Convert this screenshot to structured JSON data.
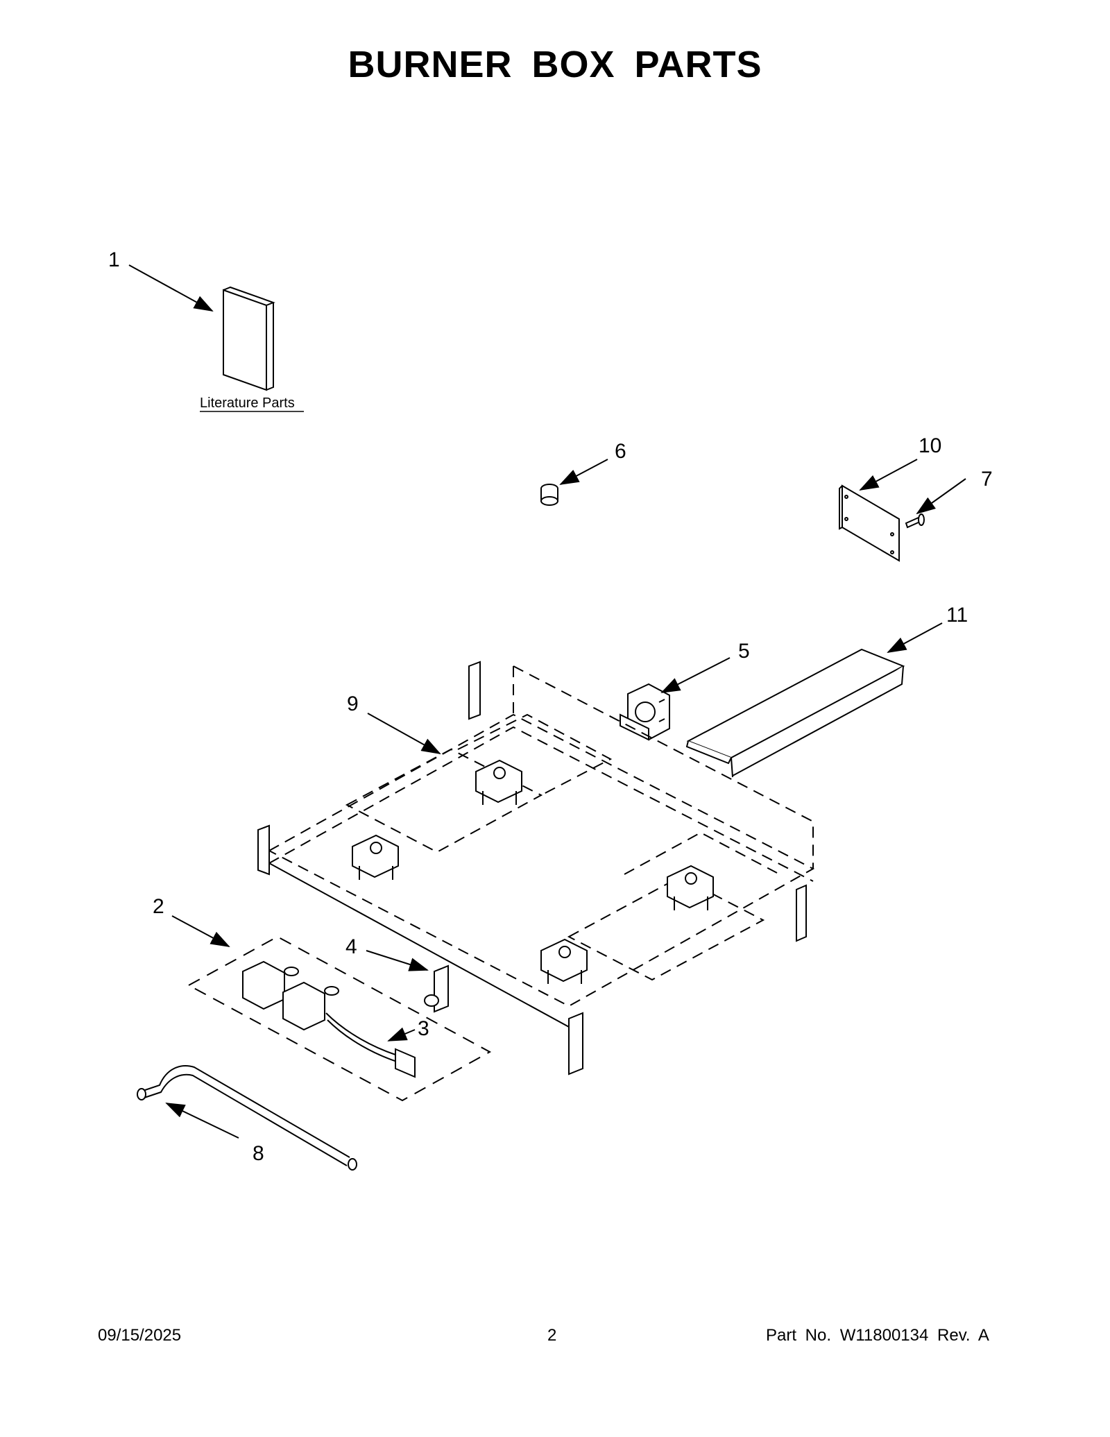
{
  "page": {
    "title": "BURNER BOX PARTS"
  },
  "callouts": [
    {
      "id": "callout-1",
      "label": "1"
    },
    {
      "id": "callout-2",
      "label": "2"
    },
    {
      "id": "callout-3",
      "label": "3"
    },
    {
      "id": "callout-4",
      "label": "4"
    },
    {
      "id": "callout-5",
      "label": "5"
    },
    {
      "id": "callout-6",
      "label": "6"
    },
    {
      "id": "callout-7",
      "label": "7"
    },
    {
      "id": "callout-8",
      "label": "8"
    },
    {
      "id": "callout-9",
      "label": "9"
    },
    {
      "id": "callout-10",
      "label": "10"
    },
    {
      "id": "callout-11",
      "label": "11"
    }
  ],
  "literature": {
    "label": "Literature Parts"
  },
  "footer": {
    "date": "09/15/2025",
    "page_number": "2",
    "part_number": "Part No.  W11800134  Rev.  A"
  },
  "colors": {
    "line": "#000000",
    "background": "#ffffff"
  }
}
